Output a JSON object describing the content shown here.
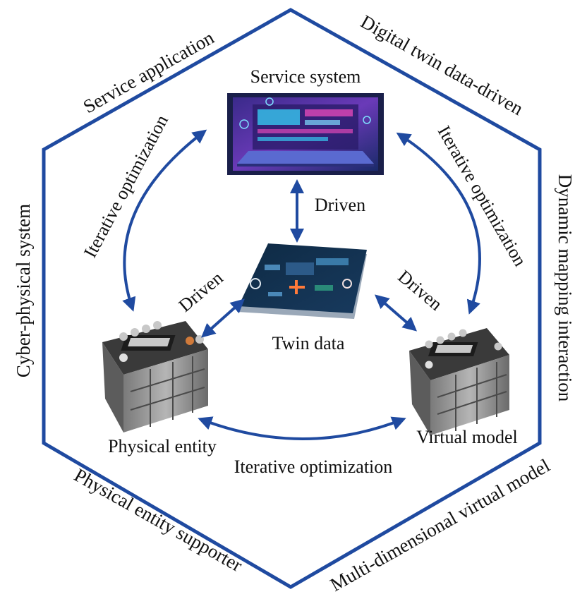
{
  "colors": {
    "frame": "#1f4aa0",
    "arrow": "#1f4aa0",
    "text": "#111111"
  },
  "frame_labels": {
    "top_left": "Service application",
    "top_right": "Digital twin data-driven",
    "right": "Dynamic mapping interaction",
    "bottom_right": "Multi-dimensional virtual model",
    "bottom_left": "Physical entity supporter",
    "left": "Cyber-physical system"
  },
  "nodes": {
    "service_system": {
      "label": "Service system",
      "icon": "laptop-dashboard-icon"
    },
    "twin_data": {
      "label": "Twin data",
      "icon": "data-dashboard-tile-icon"
    },
    "physical_entity": {
      "label": "Physical entity",
      "icon": "battery-icon"
    },
    "virtual_model": {
      "label": "Virtual model",
      "icon": "battery-icon"
    }
  },
  "edges": {
    "left_arc": "Iterative optimization",
    "right_arc": "Iterative optimization",
    "bottom_arc": "Iterative optimization",
    "service_to_twin": "Driven",
    "physical_to_twin": "Driven",
    "virtual_to_twin": "Driven"
  }
}
